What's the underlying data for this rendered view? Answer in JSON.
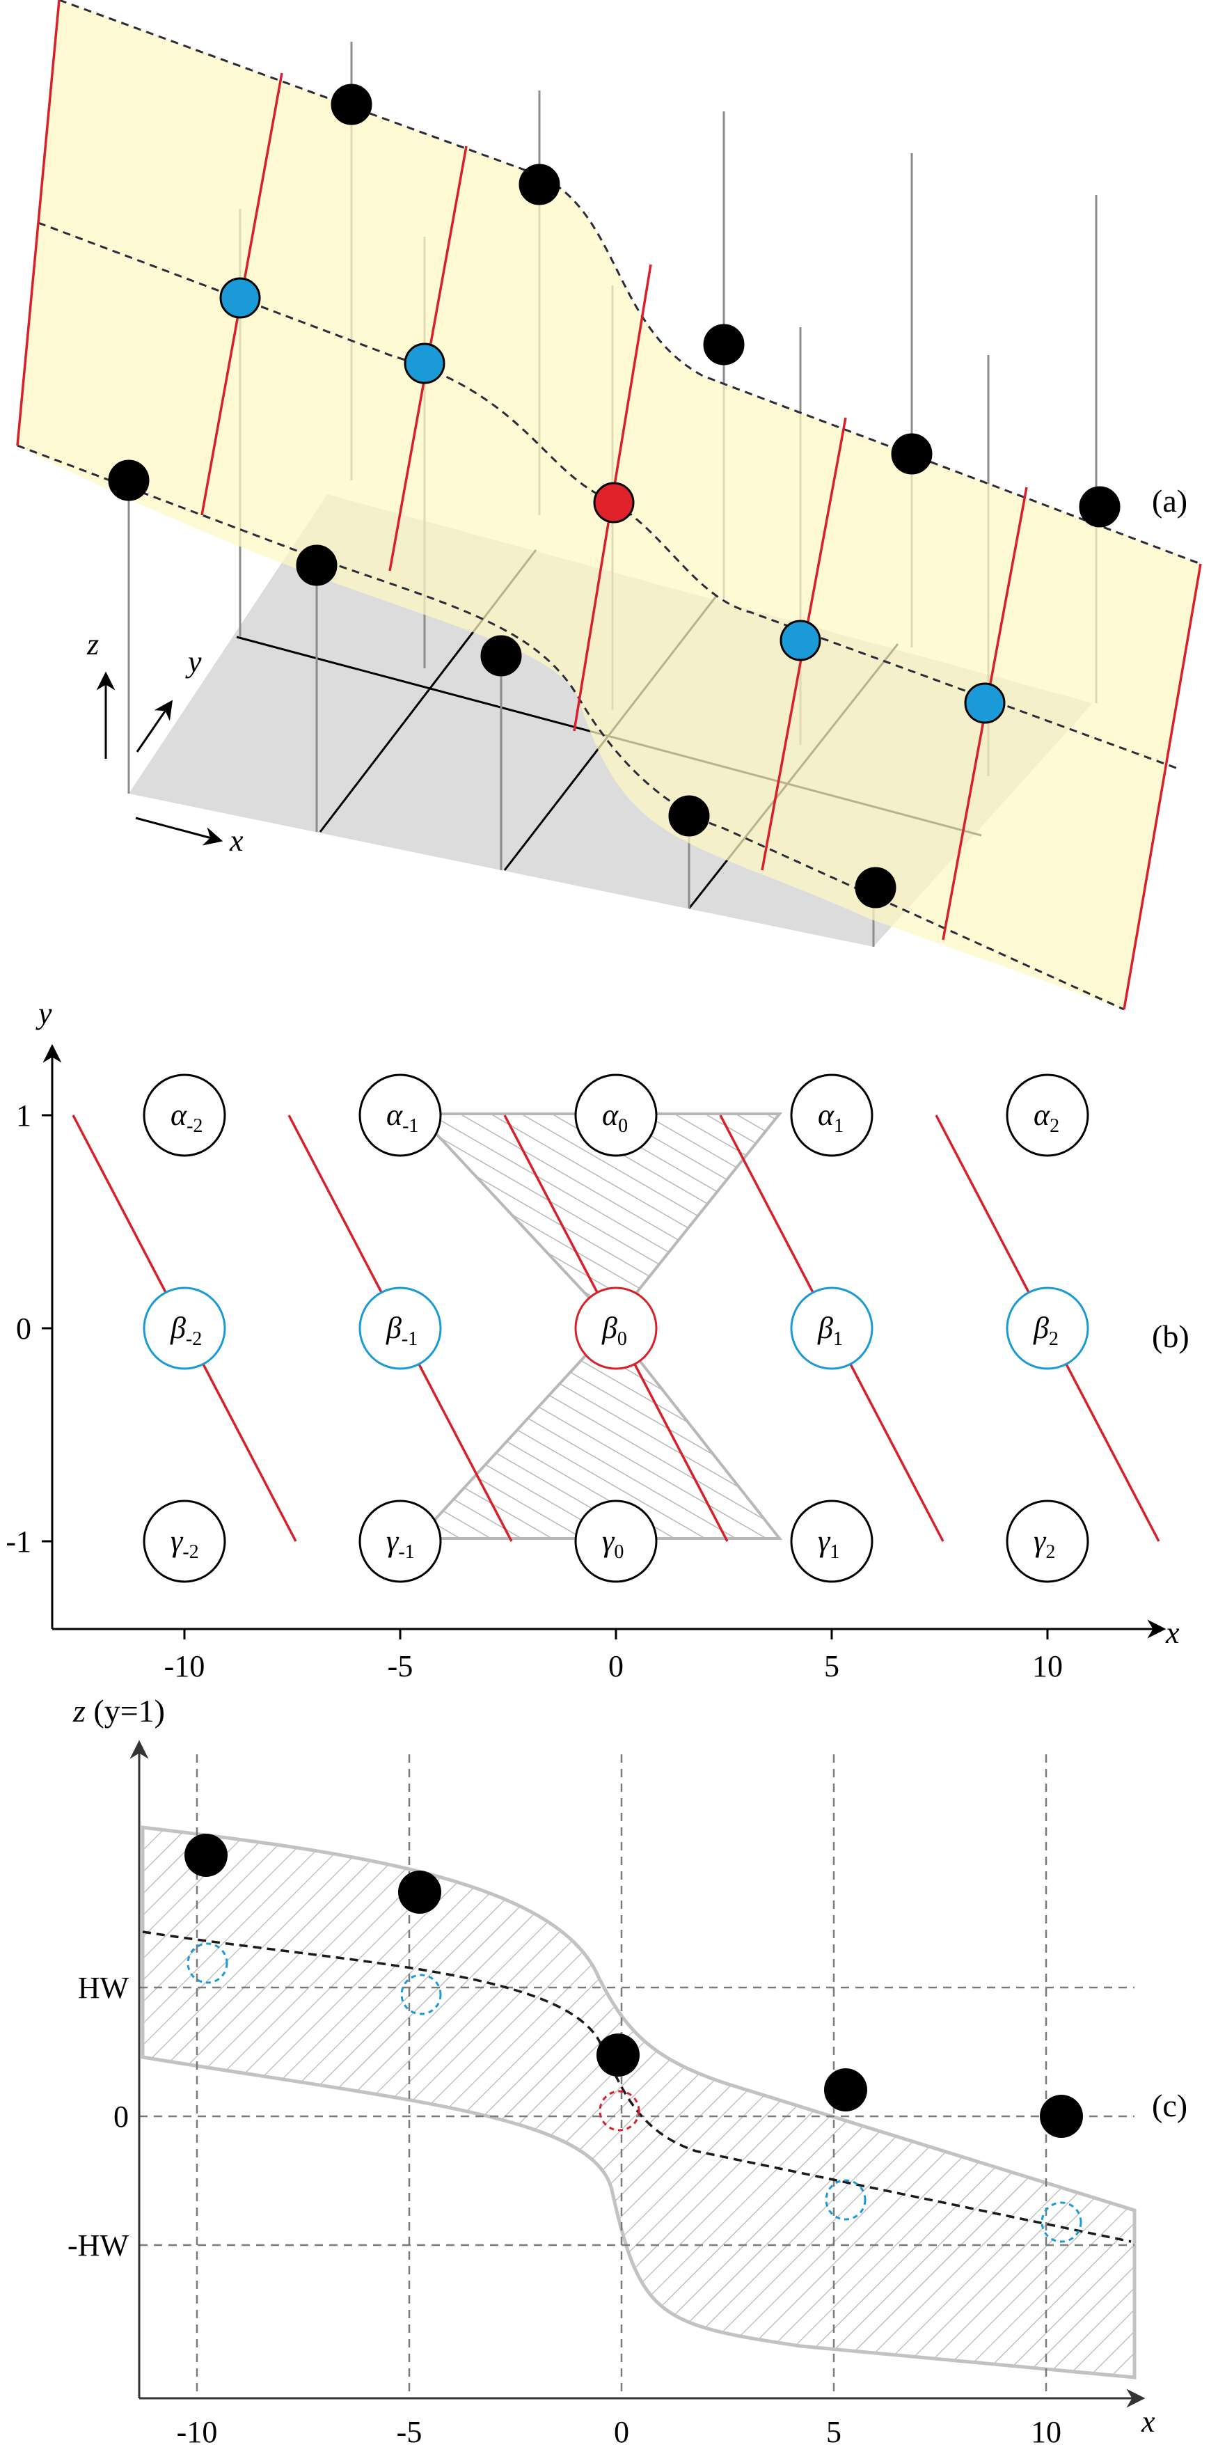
{
  "panel_a": {
    "label": "(a)",
    "axis_labels": {
      "x": "x",
      "y": "y",
      "z": "z"
    }
  },
  "panel_b": {
    "label": "(b)",
    "axis_labels": {
      "x": "x",
      "y": "y"
    },
    "x_ticks": [
      "-10",
      "-5",
      "0",
      "5",
      "10"
    ],
    "y_ticks": [
      "1",
      "0",
      "-1"
    ],
    "rows": [
      {
        "letter": "α",
        "y": 1,
        "color": "#000000",
        "subs": [
          "-2",
          "-1",
          "0",
          "1",
          "2"
        ]
      },
      {
        "letter": "β",
        "y": 0,
        "color": "#1a9ad6",
        "subs": [
          "-2",
          "-1",
          "0",
          "1",
          "2"
        ],
        "center_color": "#d8202a"
      },
      {
        "letter": "γ",
        "y": -1,
        "color": "#000000",
        "subs": [
          "-2",
          "-1",
          "0",
          "1",
          "2"
        ]
      }
    ],
    "x_positions": [
      -10,
      -5,
      0,
      5,
      10
    ]
  },
  "panel_c": {
    "label": "(c)",
    "x_axis_label": "x",
    "y_axis_label_var": "z",
    "y_axis_label_cond": " (y=1)",
    "x_ticks": [
      "-10",
      "-5",
      "0",
      "5",
      "10"
    ],
    "y_ticks": [
      "HW",
      "0",
      "-HW"
    ]
  },
  "colors": {
    "yellow_surface": "#fff7c4",
    "gray_floor": "#dcdcdc",
    "red_line": "#d8202a",
    "blue_site": "#1a9ad6",
    "red_site": "#e0232b",
    "black_site": "#000000",
    "hatch": "#b8b8b8"
  }
}
